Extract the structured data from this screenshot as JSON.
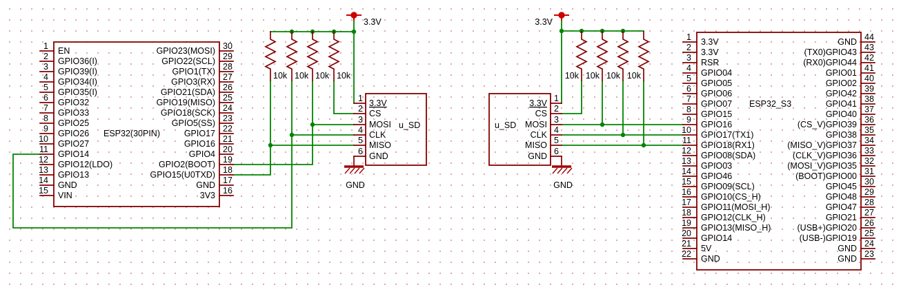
{
  "schematic": {
    "power_label": "3.3V",
    "ground_label": "GND",
    "resistor_value": "10k",
    "colors": {
      "wire": "#008400",
      "outline": "#840000",
      "power_flag": "#cc0000",
      "text": "#000000"
    },
    "esp32_30pin": {
      "title": "ESP32(30PIN)",
      "left_pins": [
        {
          "num": "1",
          "label": "EN"
        },
        {
          "num": "2",
          "label": "GPIO36(I)"
        },
        {
          "num": "3",
          "label": "GPIO39(I)"
        },
        {
          "num": "4",
          "label": "GPIO34(I)"
        },
        {
          "num": "5",
          "label": "GPIO35(I)"
        },
        {
          "num": "6",
          "label": "GPIO32"
        },
        {
          "num": "7",
          "label": "GPIO33"
        },
        {
          "num": "8",
          "label": "GPIO25"
        },
        {
          "num": "9",
          "label": "GPIO26"
        },
        {
          "num": "10",
          "label": "GPIO27"
        },
        {
          "num": "11",
          "label": "GPIO14"
        },
        {
          "num": "12",
          "label": "GPIO12(LDO)"
        },
        {
          "num": "13",
          "label": "GPIO13"
        },
        {
          "num": "14",
          "label": "GND"
        },
        {
          "num": "15",
          "label": "VIN"
        }
      ],
      "right_pins": [
        {
          "num": "30",
          "label": "GPIO23(MOSI)"
        },
        {
          "num": "29",
          "label": "GPIO22(SCL)"
        },
        {
          "num": "28",
          "label": "GPIO1(TX)"
        },
        {
          "num": "27",
          "label": "GPIO3(RX)"
        },
        {
          "num": "26",
          "label": "GPIO21(SDA)"
        },
        {
          "num": "25",
          "label": "GPIO19(MISO)"
        },
        {
          "num": "24",
          "label": "GPIO18(SCK)"
        },
        {
          "num": "23",
          "label": "GPIO5(SS)"
        },
        {
          "num": "22",
          "label": "GPIO17"
        },
        {
          "num": "21",
          "label": "GPIO16"
        },
        {
          "num": "20",
          "label": "GPIO4"
        },
        {
          "num": "19",
          "label": "GPIO2(BOOT)"
        },
        {
          "num": "18",
          "label": "GPIO15(U0TXD)"
        },
        {
          "num": "17",
          "label": "GND"
        },
        {
          "num": "16",
          "label": "3V3"
        }
      ]
    },
    "usd_left": {
      "title": "u_SD",
      "pins": [
        {
          "num": "1",
          "label": "3.3V",
          "ul": true
        },
        {
          "num": "2",
          "label": "CS"
        },
        {
          "num": "3",
          "label": "MOSI"
        },
        {
          "num": "4",
          "label": "CLK"
        },
        {
          "num": "5",
          "label": "MISO"
        },
        {
          "num": "6",
          "label": "GND"
        }
      ]
    },
    "usd_right": {
      "title": "u_SD",
      "pins": [
        {
          "num": "1",
          "label": "3.3V",
          "ul": true
        },
        {
          "num": "2",
          "label": "CS"
        },
        {
          "num": "3",
          "label": "MOSI"
        },
        {
          "num": "4",
          "label": "CLK"
        },
        {
          "num": "5",
          "label": "MISO"
        },
        {
          "num": "6",
          "label": "GND"
        }
      ]
    },
    "esp32_s3": {
      "title": "ESP32_S3",
      "left_pins": [
        {
          "num": "1",
          "label": "3.3V"
        },
        {
          "num": "2",
          "label": "3.3V"
        },
        {
          "num": "3",
          "label": "RSR"
        },
        {
          "num": "4",
          "label": "GPIO04"
        },
        {
          "num": "5",
          "label": "GPIO05"
        },
        {
          "num": "6",
          "label": "GPIO06"
        },
        {
          "num": "7",
          "label": "GPIO07"
        },
        {
          "num": "8",
          "label": "GPIO15"
        },
        {
          "num": "9",
          "label": "GPIO16"
        },
        {
          "num": "10",
          "label": "GPIO17(TX1)"
        },
        {
          "num": "11",
          "label": "GPIO18(RX1)"
        },
        {
          "num": "12",
          "label": "GPIO08(SDA)"
        },
        {
          "num": "13",
          "label": "GPIO03"
        },
        {
          "num": "14",
          "label": "GPIO46"
        },
        {
          "num": "15",
          "label": "GPIO09(SCL)"
        },
        {
          "num": "16",
          "label": "GPIO10(CS_H)"
        },
        {
          "num": "17",
          "label": "GPIO11(MOSI_H)"
        },
        {
          "num": "18",
          "label": "GPIO12(CLK_H)"
        },
        {
          "num": "19",
          "label": "GPIO13(MISO_H)"
        },
        {
          "num": "20",
          "label": "GPIO14"
        },
        {
          "num": "21",
          "label": "5V"
        },
        {
          "num": "22",
          "label": "GND"
        }
      ],
      "right_pins": [
        {
          "num": "44",
          "label": "GND"
        },
        {
          "num": "43",
          "label": "(TX0)GPIO43"
        },
        {
          "num": "42",
          "label": "(RX0)GPIO44"
        },
        {
          "num": "41",
          "label": "GPIO01"
        },
        {
          "num": "40",
          "label": "GPIO02"
        },
        {
          "num": "39",
          "label": "GPIO42"
        },
        {
          "num": "38",
          "label": "GPIO41"
        },
        {
          "num": "37",
          "label": "GPIO40"
        },
        {
          "num": "36",
          "label": "(CS_V)GPIO39"
        },
        {
          "num": "35",
          "label": "GPIO38"
        },
        {
          "num": "34",
          "label": "(MISO_V)GPIO37"
        },
        {
          "num": "33",
          "label": "(CLK_V)GPIO36"
        },
        {
          "num": "32",
          "label": "(MOSI_V)GPIO35"
        },
        {
          "num": "31",
          "label": "(BOOT)GPIO00"
        },
        {
          "num": "30",
          "label": "GPIO45"
        },
        {
          "num": "29",
          "label": "GPIO48"
        },
        {
          "num": "28",
          "label": "GPIO47"
        },
        {
          "num": "27",
          "label": "GPIO21"
        },
        {
          "num": "26",
          "label": "(USB+)GPIO20"
        },
        {
          "num": "25",
          "label": "(USB-)GPIO19"
        },
        {
          "num": "24",
          "label": "GND"
        },
        {
          "num": "23",
          "label": "GND"
        }
      ]
    }
  }
}
